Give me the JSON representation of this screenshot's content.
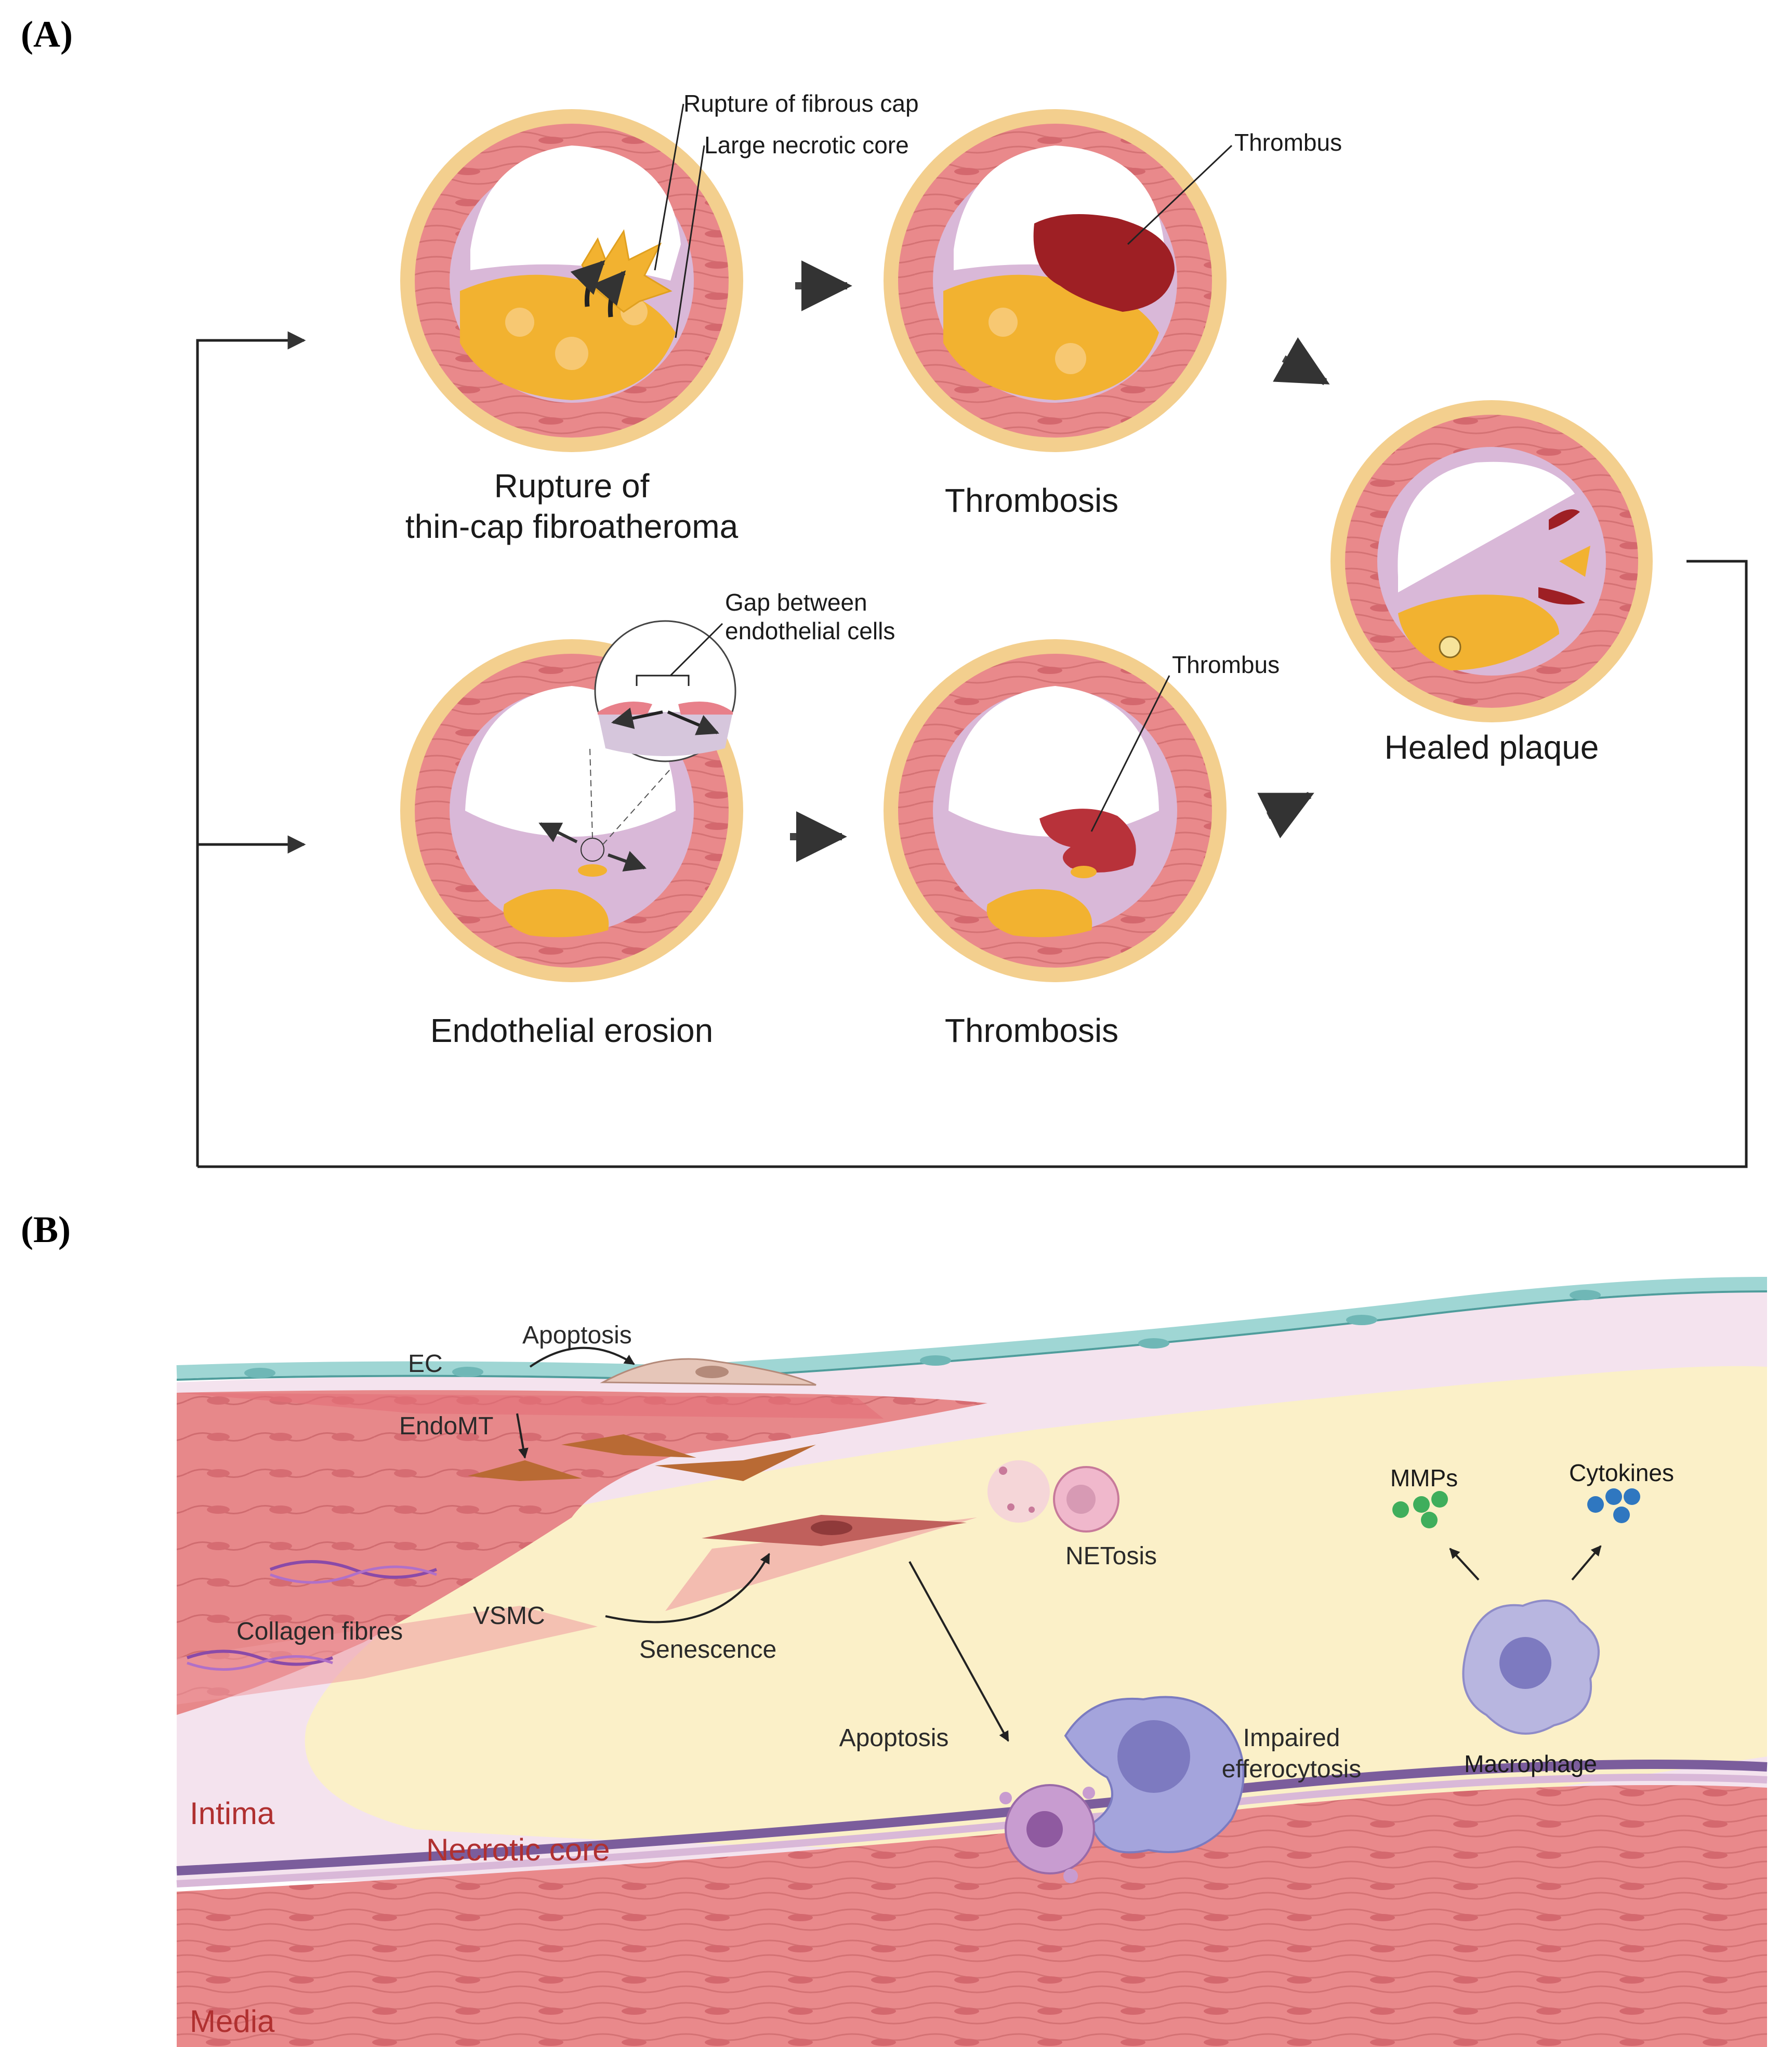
{
  "panel_a": {
    "label": "(A)",
    "rupture": {
      "caption_line1": "Rupture of",
      "caption_line2": "thin-cap fibroatheroma",
      "annotation_cap": "Rupture of fibrous cap",
      "annotation_core": "Large necrotic core"
    },
    "thrombosis_top": {
      "caption": "Thrombosis",
      "annotation": "Thrombus"
    },
    "healed": {
      "caption": "Healed plaque"
    },
    "erosion": {
      "caption": "Endothelial erosion",
      "annotation_line1": "Gap between",
      "annotation_line2": "endothelial cells"
    },
    "thrombosis_bottom": {
      "caption": "Thrombosis",
      "annotation": "Thrombus"
    }
  },
  "panel_b": {
    "label": "(B)",
    "ec": "EC",
    "apoptosis_top": "Apoptosis",
    "endomt": "EndoMT",
    "collagen": "Collagen fibres",
    "vsmc": "VSMC",
    "senescence": "Senescence",
    "netosis": "NETosis",
    "mmps": "MMPs",
    "cytokines": "Cytokines",
    "macrophage": "Macrophage",
    "apoptosis_mid": "Apoptosis",
    "impaired_line1": "Impaired",
    "impaired_line2": "efferocytosis",
    "intima": "Intima",
    "necrotic_core": "Necrotic core",
    "media": "Media"
  },
  "colors": {
    "adventitia": "#f3cf8e",
    "media": "#e8827c",
    "intima": "#d9b8d8",
    "necrotic": "#f2b230",
    "thrombus": "#9e1f24",
    "endothelium": "#9fd6d4",
    "background_core": "#fbf0c8"
  }
}
